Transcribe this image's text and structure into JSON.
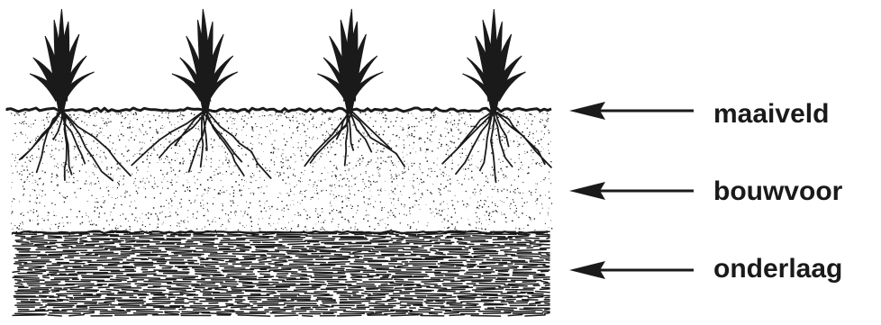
{
  "labels": [
    {
      "id": "maaiveld",
      "text": "maaiveld"
    },
    {
      "id": "bouwvoor",
      "text": "bouwvoor"
    },
    {
      "id": "onderlaag",
      "text": "onderlaag"
    }
  ],
  "plants": {
    "count": 4
  },
  "colors": {
    "ink": "#1a1a1a",
    "background": "#ffffff"
  }
}
